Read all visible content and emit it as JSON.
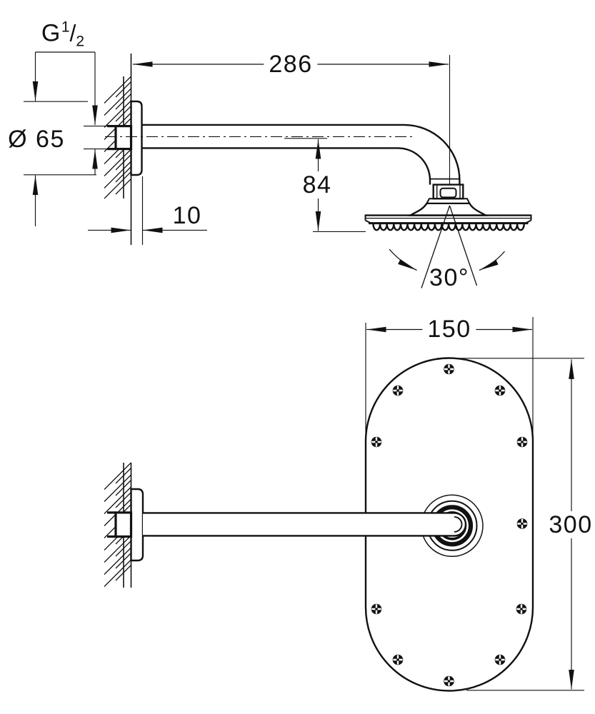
{
  "drawing": {
    "type": "technical dimensional drawing",
    "subject": "wall-mounted head shower with shower arm",
    "views": {
      "side_view": "side section view",
      "front_view": "front view with mounting plate"
    }
  },
  "labels": {
    "thread": {
      "base": "G",
      "sup": "1",
      "slash": "/",
      "sub": "2"
    },
    "flange_diameter": "Ø 65",
    "arm_projection": "286",
    "head_drop": "84",
    "flange_depth": "10",
    "swivel_angle": "30°",
    "plate_width": "150",
    "plate_height": "300"
  }
}
